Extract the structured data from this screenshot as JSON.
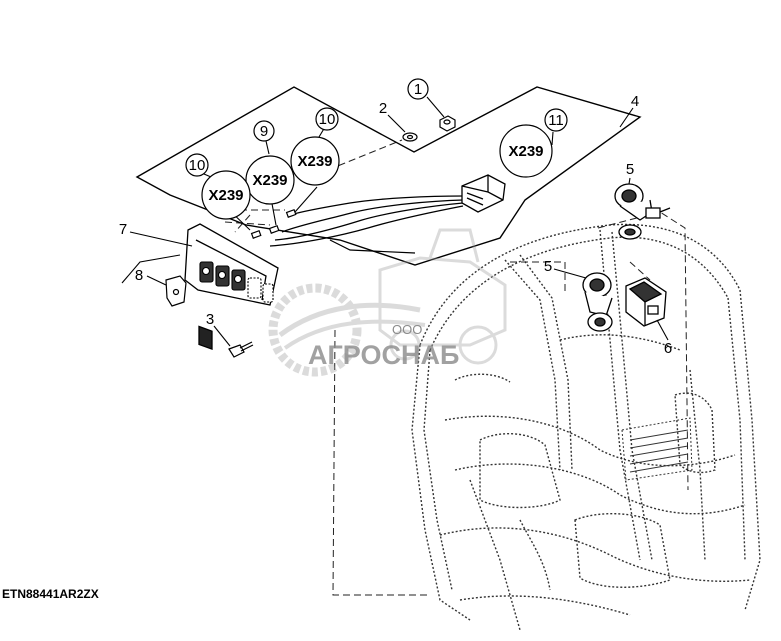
{
  "callouts": {
    "c1": "1",
    "c2": "2",
    "c3": "3",
    "c4": "4",
    "c5a": "5",
    "c5b": "5",
    "c6": "6",
    "c7": "7",
    "c8": "8",
    "c9": "9",
    "c10a": "10",
    "c10b": "10",
    "c11": "11"
  },
  "connectors": {
    "x239_a": "X239",
    "x239_b": "X239",
    "x239_c": "X239",
    "x239_d": "X239"
  },
  "watermark": {
    "small": "ООО",
    "brand": "АГРОСНАБ"
  },
  "caption": "ETN88441AR2ZX"
}
